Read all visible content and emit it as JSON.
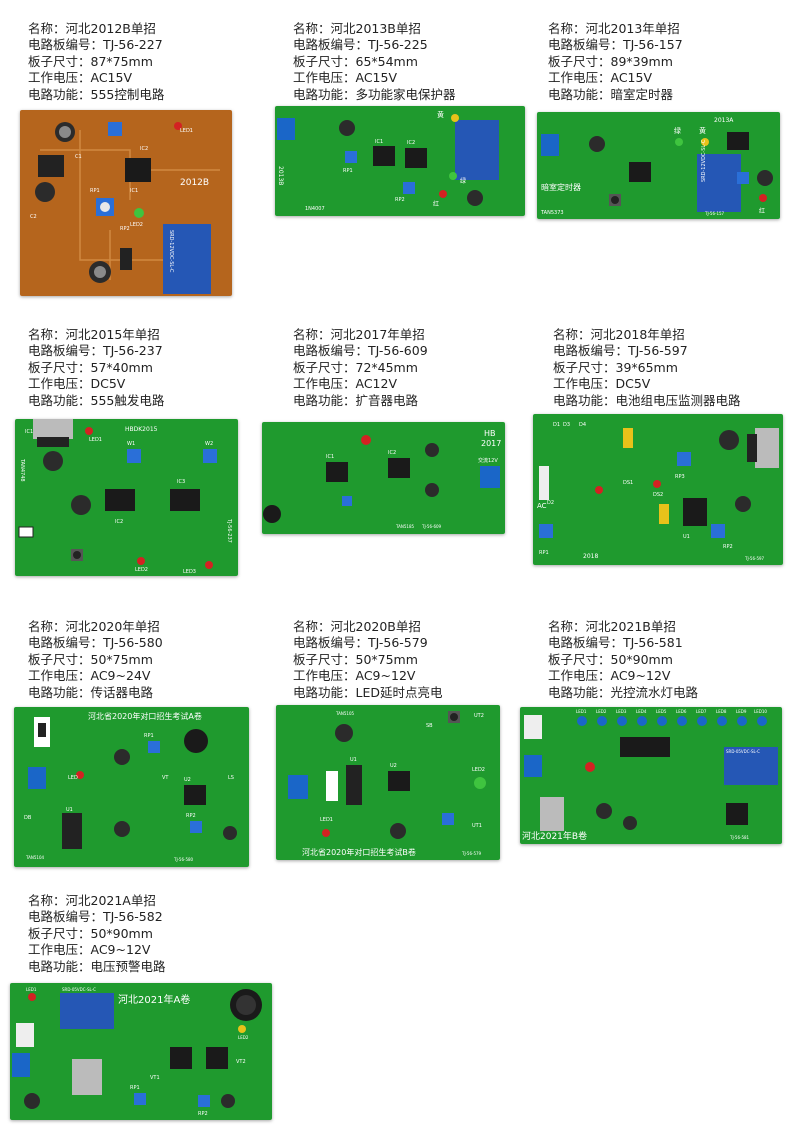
{
  "colors": {
    "pcb_green": "#1f9a2e",
    "pcb_brown": "#b5651d",
    "relay_blue": "#2557b5",
    "terminal_blue": "#1a66c8"
  },
  "items": [
    {
      "name": "名称：河北2012B单招",
      "board_no": "电路板编号：TJ-56-227",
      "size": "板子尺寸：87*75mm",
      "voltage": "工作电压：AC15V",
      "func": "电路功能：555控制电路",
      "silk": [
        "2012B",
        "C1",
        "C2",
        "IC1",
        "IC2",
        "RP1",
        "RP2",
        "LED1",
        "LED2",
        "SRD-12VDC-SL-C"
      ]
    },
    {
      "name": "名称：河北2013B单招",
      "board_no": "电路板编号：TJ-56-225",
      "size": "板子尺寸：65*54mm",
      "voltage": "工作电压：AC15V",
      "func": "电路功能：多功能家电保护器",
      "silk": [
        "2013B",
        "黄",
        "绿",
        "红",
        "IC1",
        "IC2",
        "RP1",
        "RP2",
        "1N4007"
      ]
    },
    {
      "name": "名称：河北2013年单招",
      "board_no": "电路板编号：TJ-56-157",
      "size": "板子尺寸：89*39mm",
      "voltage": "工作电压：AC15V",
      "func": "电路功能：暗室定时器",
      "silk": [
        "2013A",
        "绿",
        "黄",
        "红",
        "暗室定时器",
        "SRD-12VDC-SL-C",
        "TAN5373",
        "TJ-56-157"
      ]
    },
    {
      "name": "名称：河北2015年单招",
      "board_no": "电路板编号：TJ-56-237",
      "size": "板子尺寸：57*40mm",
      "voltage": "工作电压：DC5V",
      "func": "电路功能：555触发电路",
      "silk": [
        "HBDK2015",
        "IC1",
        "IC2",
        "IC3",
        "LED1",
        "LED2",
        "LED3",
        "W1",
        "W2",
        "TAN4748",
        "TJ-56-237"
      ]
    },
    {
      "name": "名称：河北2017年单招",
      "board_no": "电路板编号：TJ-56-609",
      "size": "板子尺寸：72*45mm",
      "voltage": "工作电压：AC12V",
      "func": "电路功能：扩音器电路",
      "silk": [
        "HB",
        "2017",
        "交流12V",
        "IC1",
        "IC2",
        "TAN5185",
        "TJ-56-609"
      ]
    },
    {
      "name": "名称：河北2018年单招",
      "board_no": "电路板编号：TJ-56-597",
      "size": "板子尺寸：39*65mm",
      "voltage": "工作电压：DC5V",
      "func": "电路功能：电池组电压监测器电路",
      "silk": [
        "D1",
        "D2",
        "D3",
        "D4",
        "DS1",
        "DS2",
        "RP1",
        "RP2",
        "RP3",
        "AC",
        "2018",
        "TJ-56-597",
        "U1"
      ]
    },
    {
      "name": "名称：河北2020年单招",
      "board_no": "电路板编号：TJ-56-580",
      "size": "板子尺寸：50*75mm",
      "voltage": "工作电压：AC9~24V",
      "func": "电路功能：传话器电路",
      "silk": [
        "河北省2020年对口招生考试A卷",
        "LED",
        "LS",
        "U1",
        "U2",
        "RP1",
        "RP2",
        "VT",
        "DB",
        "TAN5104",
        "TJ-56-580"
      ]
    },
    {
      "name": "名称：河北2020B单招",
      "board_no": "电路板编号：TJ-56-579",
      "size": "板子尺寸：50*75mm",
      "voltage": "工作电压：AC9~12V",
      "func": "电路功能：LED延时点亮电",
      "silk": [
        "河北省2020年对口招生考试B卷",
        "LED1",
        "LED2",
        "U1",
        "U2",
        "UT1",
        "UT2",
        "SB",
        "TAN5105",
        "TJ-56-579"
      ]
    },
    {
      "name": "名称：河北2021B单招",
      "board_no": "电路板编号：TJ-56-581",
      "size": "板子尺寸：50*90mm",
      "voltage": "工作电压：AC9~12V",
      "func": "电路功能：光控流水灯电路",
      "silk": [
        "河北2021年B卷",
        "LED1",
        "LED2",
        "LED3",
        "LED4",
        "LED5",
        "LED6",
        "LED7",
        "LED8",
        "LED9",
        "LED10",
        "SRD-05VDC-SL-C",
        "TJ-56-581"
      ]
    },
    {
      "name": "名称：河北2021A单招",
      "board_no": "电路板编号：TJ-56-582",
      "size": "板子尺寸：50*90mm",
      "voltage": "工作电压：AC9~12V",
      "func": "电路功能：电压预警电路",
      "silk": [
        "河北2021年A卷",
        "LED1",
        "LED2",
        "RP1",
        "RP2",
        "VT1",
        "VT2",
        "SRD-05VDC-SL-C"
      ]
    }
  ]
}
